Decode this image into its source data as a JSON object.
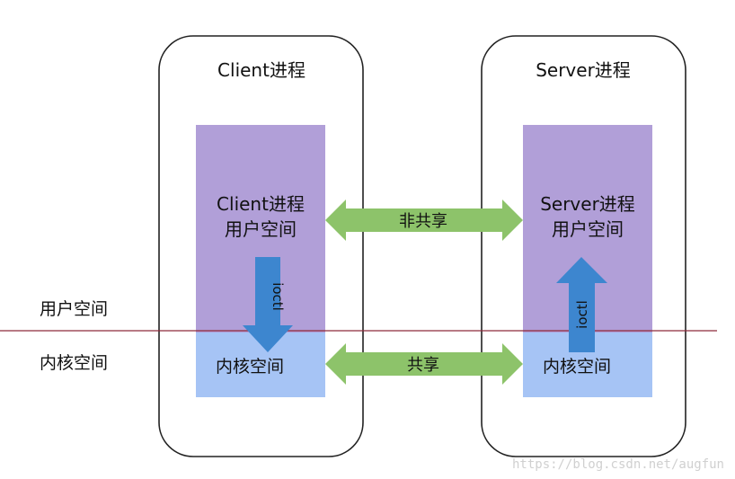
{
  "colors": {
    "user_space": "#b19fd8",
    "kernel_space": "#a6c4f5",
    "arrow_green": "#8dc36a",
    "arrow_blue": "#3d86cf",
    "divider": "#8e2a3a",
    "process_border": "#222222"
  },
  "left_labels": {
    "user_space": "用户空间",
    "kernel_space": "内核空间"
  },
  "client": {
    "title": "Client进程",
    "user_line1": "Client进程",
    "user_line2": "用户空间",
    "kernel": "内核空间",
    "ioctl": "ioctl"
  },
  "server": {
    "title": "Server进程",
    "user_line1": "Server进程",
    "user_line2": "用户空间",
    "kernel": "内核空间",
    "ioctl": "ioctl"
  },
  "arrows": {
    "not_shared": "非共享",
    "shared": "共享"
  },
  "watermark": "https://blog.csdn.net/augfun"
}
